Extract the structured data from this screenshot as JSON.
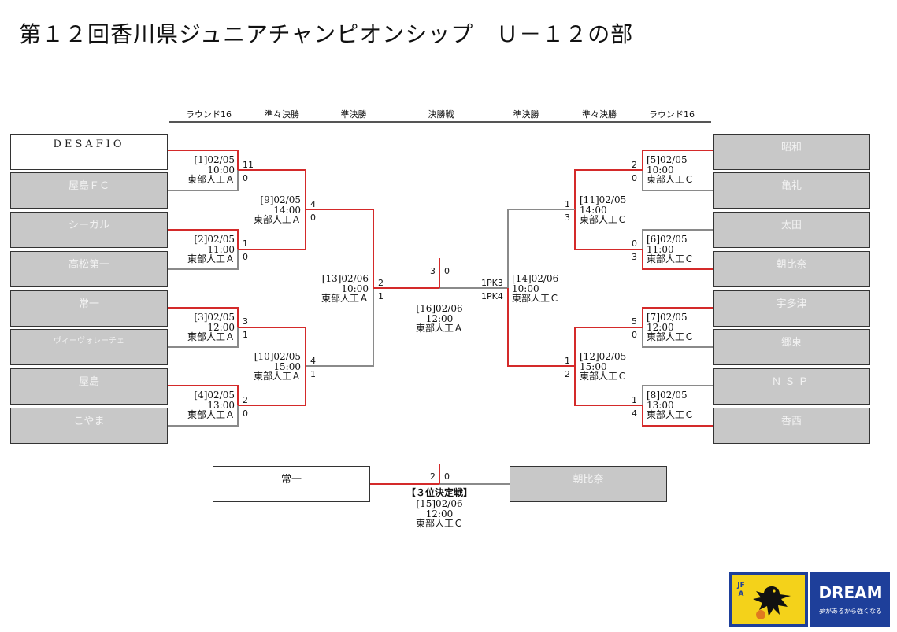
{
  "title": "第１２回香川県ジュニアチャンピオンシップ　Ｕ－１２の部",
  "rounds": {
    "r16_left": "ラウンド16",
    "qf_left": "準々決勝",
    "sf_left": "準決勝",
    "final": "決勝戦",
    "sf_right": "準決勝",
    "qf_right": "準々決勝",
    "r16_right": "ラウンド16"
  },
  "teams": {
    "l1": "DESAFIO",
    "l2": "屋島ＦＣ",
    "l3": "シーガル",
    "l4": "高松第一",
    "l5": "常一",
    "l6": "ヴィーヴォレーチェ",
    "l7": "屋島",
    "l8": "こやま",
    "r1": "昭和",
    "r2": "亀礼",
    "r3": "太田",
    "r4": "朝比奈",
    "r5": "宇多津",
    "r6": "郷東",
    "r7": "ＮＳＰ",
    "r8": "香西"
  },
  "matches": {
    "m1": {
      "info": "[1]02/05\n10:00\n東部人工Ａ",
      "s1": "11",
      "s2": "0"
    },
    "m2": {
      "info": "[2]02/05\n11:00\n東部人工Ａ",
      "s1": "1",
      "s2": "0"
    },
    "m3": {
      "info": "[3]02/05\n12:00\n東部人工Ａ",
      "s1": "3",
      "s2": "1"
    },
    "m4": {
      "info": "[4]02/05\n13:00\n東部人工Ａ",
      "s1": "2",
      "s2": "0"
    },
    "m5": {
      "info": "[5]02/05\n10:00\n東部人工Ｃ",
      "s1": "2",
      "s2": "0"
    },
    "m6": {
      "info": "[6]02/05\n11:00\n東部人工Ｃ",
      "s1": "0",
      "s2": "3"
    },
    "m7": {
      "info": "[7]02/05\n12:00\n東部人工Ｃ",
      "s1": "5",
      "s2": "0"
    },
    "m8": {
      "info": "[8]02/05\n13:00\n東部人工Ｃ",
      "s1": "1",
      "s2": "4"
    },
    "m9": {
      "info": "[9]02/05\n14:00\n東部人工Ａ",
      "s1": "4",
      "s2": "0"
    },
    "m10": {
      "info": "[10]02/05\n15:00\n東部人工Ａ",
      "s1": "4",
      "s2": "1"
    },
    "m11": {
      "info": "[11]02/05\n14:00\n東部人工Ｃ",
      "s1": "1",
      "s2": "3"
    },
    "m12": {
      "info": "[12]02/05\n15:00\n東部人工Ｃ",
      "s1": "1",
      "s2": "2"
    },
    "m13": {
      "info": "[13]02/06\n10:00\n東部人工Ａ",
      "s1": "2",
      "s2": "1"
    },
    "m14": {
      "info": "[14]02/06\n10:00\n東部人工Ｃ",
      "s1": "1PK3",
      "s2": "1PK4"
    },
    "m16": {
      "info": "[16]02/06\n12:00\n東部人工Ａ",
      "s1": "3",
      "s2": "0"
    },
    "m15": {
      "label": "【３位決定戦】",
      "info": "[15]02/06\n12:00\n東部人工Ｃ",
      "s1": "2",
      "s2": "0"
    }
  },
  "third_place": {
    "t1": "常一",
    "t2": "朝比奈"
  },
  "logo": {
    "main": "DREAM",
    "sub": "夢があるから強くなる",
    "emblem": "JFA"
  },
  "colors": {
    "win_line": "#d42a2a",
    "line": "#8a8a8a",
    "loser_fill": "#c8c8c8",
    "logo_bg": "#1e3f9a",
    "logo_emblem": "#f4d21a"
  }
}
